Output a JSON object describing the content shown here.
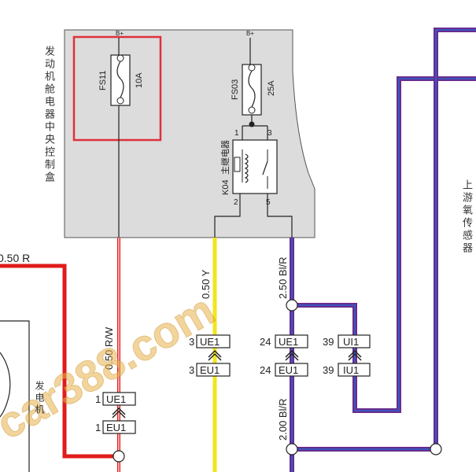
{
  "module": {
    "name": "发动机舱电器中央控制盒",
    "power_label": "B+",
    "fuse1": {
      "id": "FS11",
      "rating": "10A"
    },
    "fuse2": {
      "id": "FS03",
      "rating": "25A"
    },
    "relay": {
      "id": "K04",
      "name": "主继电器",
      "pin1": "1",
      "pin2": "2",
      "pin3": "3",
      "pin5": "5"
    }
  },
  "wires": {
    "red_main": "0.50 R",
    "rw": "0.50 R/W",
    "yellow": "0.50 Y",
    "blr_top": "2.50 Bl/R",
    "blr_bottom": "2.00 Bl/R"
  },
  "connectors": {
    "c1": {
      "pin": "1",
      "upper": "UE1",
      "lower": "EU1"
    },
    "c2": {
      "pin": "3",
      "upper": "UE1",
      "lower": "EU1"
    },
    "c3": {
      "pin": "24",
      "upper": "UE1",
      "lower": "EU1"
    },
    "c4": {
      "pin": "39",
      "upper": "UI1",
      "lower": "IU1"
    }
  },
  "labels": {
    "generator": "发电机",
    "sensor": "上游氧传感器"
  },
  "watermark": "car388.com",
  "colors": {
    "red": "#e01b1b",
    "yellow": "#f2e51b",
    "purple": "#6a2c8c",
    "blue": "#3a56c0",
    "gray_box": "#dcdcdc",
    "highlight": "#e0303a"
  }
}
